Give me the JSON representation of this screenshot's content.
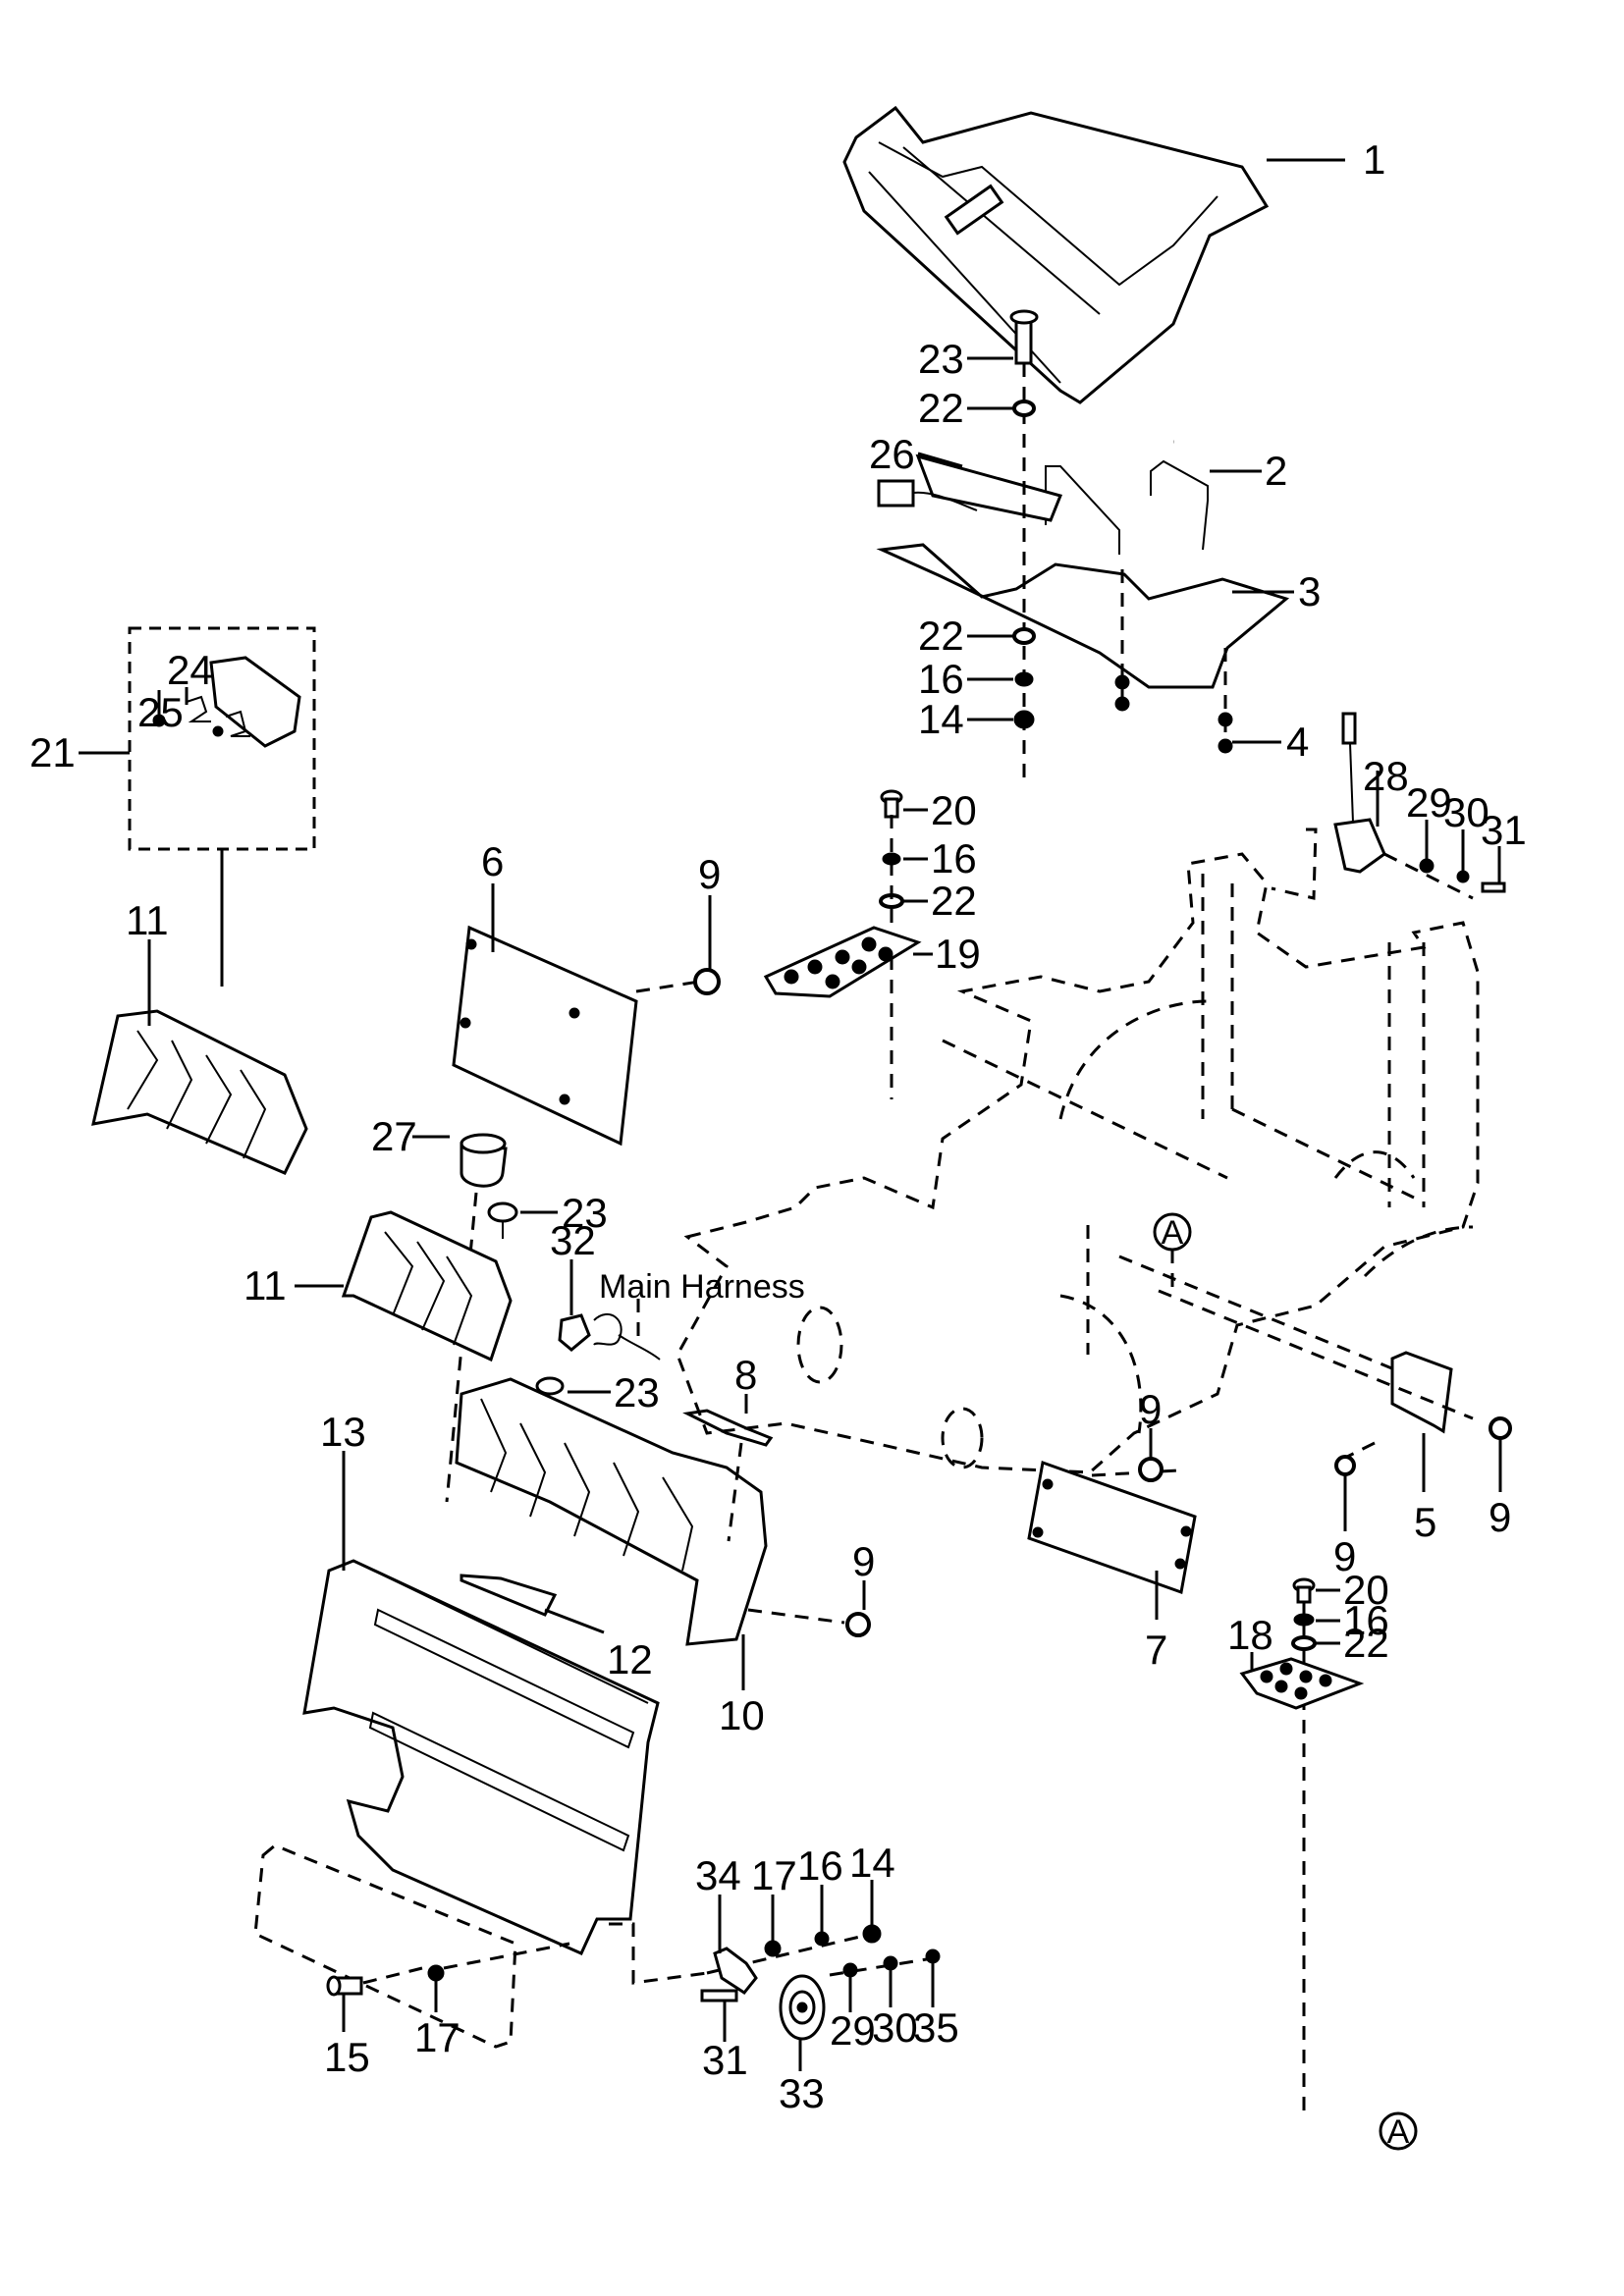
{
  "diagram": {
    "type": "exploded-parts-diagram",
    "callouts": [
      {
        "id": "1",
        "label": "1"
      },
      {
        "id": "2",
        "label": "2"
      },
      {
        "id": "3",
        "label": "3"
      },
      {
        "id": "4",
        "label": "4"
      },
      {
        "id": "5",
        "label": "5"
      },
      {
        "id": "6",
        "label": "6"
      },
      {
        "id": "7",
        "label": "7"
      },
      {
        "id": "8",
        "label": "8"
      },
      {
        "id": "9a",
        "label": "9"
      },
      {
        "id": "9b",
        "label": "9"
      },
      {
        "id": "9c",
        "label": "9"
      },
      {
        "id": "9d",
        "label": "9"
      },
      {
        "id": "9e",
        "label": "9"
      },
      {
        "id": "10",
        "label": "10"
      },
      {
        "id": "11a",
        "label": "11"
      },
      {
        "id": "11b",
        "label": "11"
      },
      {
        "id": "12",
        "label": "12"
      },
      {
        "id": "13",
        "label": "13"
      },
      {
        "id": "14a",
        "label": "14"
      },
      {
        "id": "14b",
        "label": "14"
      },
      {
        "id": "15",
        "label": "15"
      },
      {
        "id": "16a",
        "label": "16"
      },
      {
        "id": "16b",
        "label": "16"
      },
      {
        "id": "16c",
        "label": "16"
      },
      {
        "id": "16d",
        "label": "16"
      },
      {
        "id": "17a",
        "label": "17"
      },
      {
        "id": "17b",
        "label": "17"
      },
      {
        "id": "18",
        "label": "18"
      },
      {
        "id": "19",
        "label": "19"
      },
      {
        "id": "20a",
        "label": "20"
      },
      {
        "id": "20b",
        "label": "20"
      },
      {
        "id": "21",
        "label": "21"
      },
      {
        "id": "22a",
        "label": "22"
      },
      {
        "id": "22b",
        "label": "22"
      },
      {
        "id": "22c",
        "label": "22"
      },
      {
        "id": "22d",
        "label": "22"
      },
      {
        "id": "23a",
        "label": "23"
      },
      {
        "id": "23b",
        "label": "23"
      },
      {
        "id": "23c",
        "label": "23"
      },
      {
        "id": "24",
        "label": "24"
      },
      {
        "id": "25",
        "label": "25"
      },
      {
        "id": "26",
        "label": "26"
      },
      {
        "id": "27",
        "label": "27"
      },
      {
        "id": "28",
        "label": "28"
      },
      {
        "id": "29a",
        "label": "29"
      },
      {
        "id": "29b",
        "label": "29"
      },
      {
        "id": "30a",
        "label": "30"
      },
      {
        "id": "30b",
        "label": "30"
      },
      {
        "id": "31a",
        "label": "31"
      },
      {
        "id": "31b",
        "label": "31"
      },
      {
        "id": "32",
        "label": "32"
      },
      {
        "id": "33",
        "label": "33"
      },
      {
        "id": "34",
        "label": "34"
      },
      {
        "id": "35",
        "label": "35"
      }
    ],
    "annotations": {
      "main_harness": "Main Harness",
      "ref_a_top": "A",
      "ref_a_bottom": "A"
    }
  }
}
